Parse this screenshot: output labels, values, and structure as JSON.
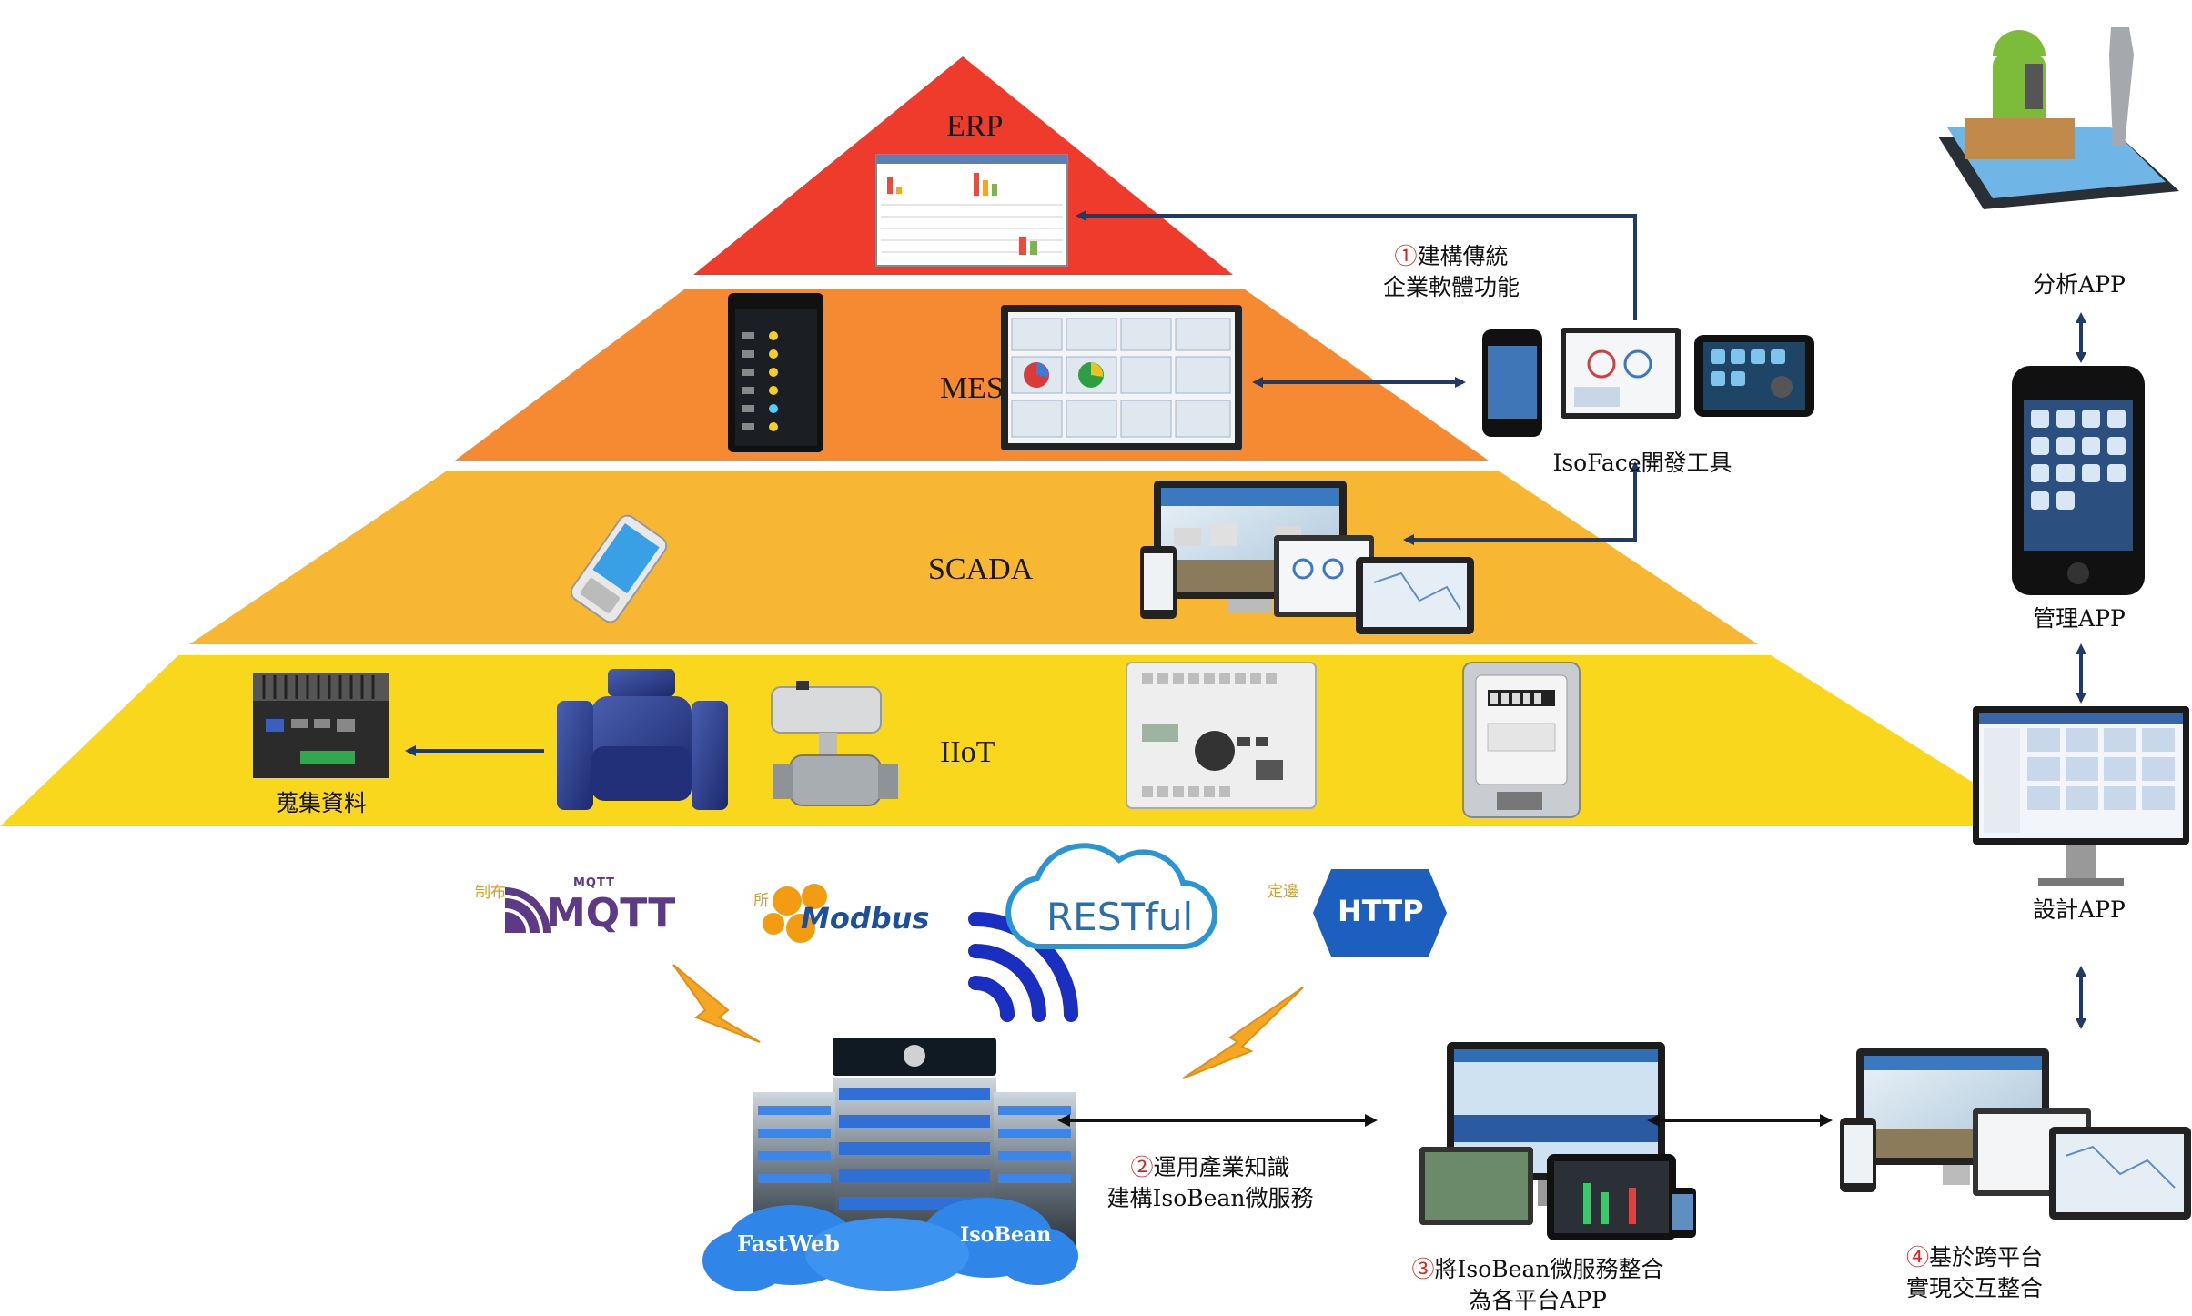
{
  "pyramid": {
    "layers": [
      {
        "id": "erp",
        "label": "ERP",
        "color": "#ef3b2c"
      },
      {
        "id": "mes",
        "label": "MES",
        "color": "#f58a32"
      },
      {
        "id": "scada",
        "label": "SCADA",
        "color": "#f7b733"
      },
      {
        "id": "iiot",
        "label": "IIoT",
        "color": "#f9d71c"
      }
    ]
  },
  "captions": {
    "step1_num": "①",
    "step1_line1": "建構傳統",
    "step1_line2": "企業軟體功能",
    "isoface": "IsoFace開發工具",
    "collect": "蒐集資料",
    "analysis_app": "分析APP",
    "manage_app": "管理APP",
    "design_app": "設計APP",
    "step2_num": "②",
    "step2_line1": "運用產業知識",
    "step2_line2": "建構IsoBean微服務",
    "step3_num": "③",
    "step3_line1": "將IsoBean微服務整合",
    "step3_line2": "為各平台APP",
    "step4_num": "④",
    "step4_line1": "基於跨平台",
    "step4_line2": "實現交互整合"
  },
  "protocols": {
    "mqtt": "MQTT",
    "mqtt_sub": "MQTT",
    "modbus": "Modbus",
    "restful": "RESTful",
    "http": "HTTP",
    "tiny1": "制布",
    "tiny2": "所",
    "tiny3": "定邊"
  },
  "server": {
    "label1": "FastWeb",
    "label2": "IsoBean"
  },
  "colors": {
    "accent_blue": "#1f3d7a",
    "arrow": "#1f3a66",
    "lightning": "#f0a020",
    "wifi": "#1a2fbf"
  }
}
